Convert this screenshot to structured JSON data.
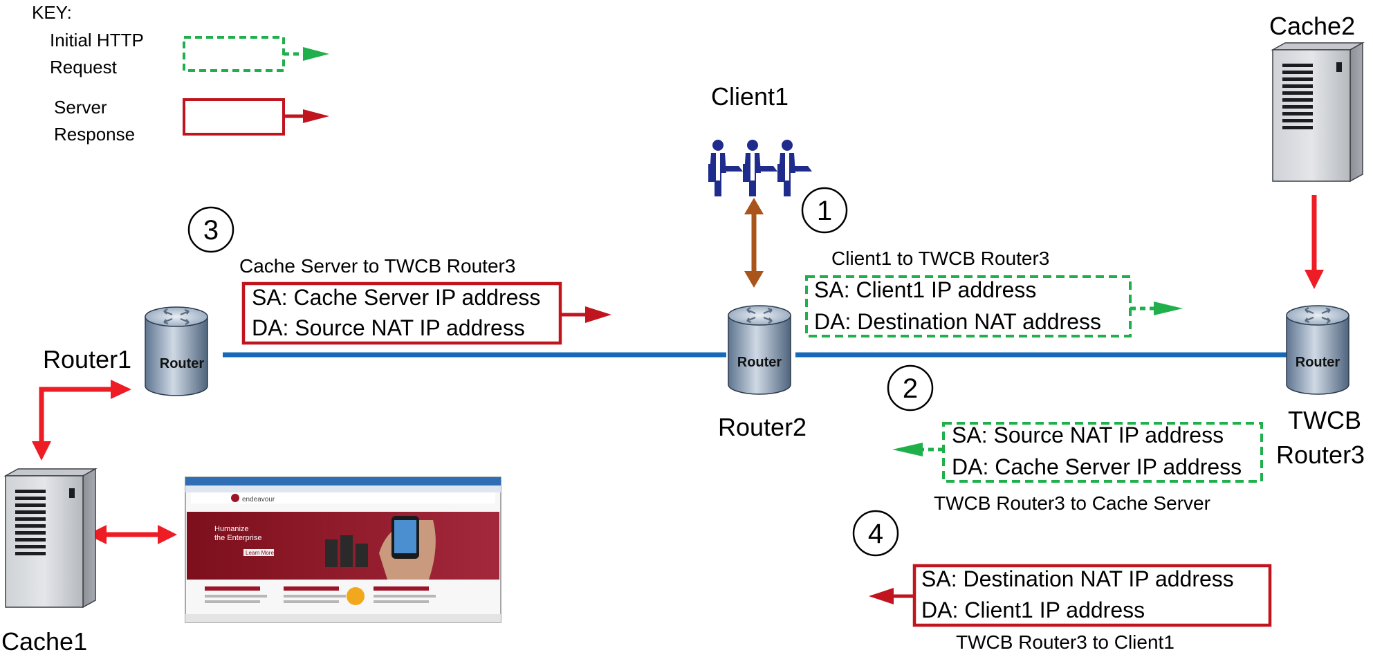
{
  "key": {
    "title": "KEY:",
    "request_line1": "Initial HTTP",
    "request_line2": "Request",
    "response_line1": "Server",
    "response_line2": "Response"
  },
  "colors": {
    "request": "#1fb04c",
    "response": "#c0141e",
    "link": "#1469b8",
    "client_link": "#a8541a",
    "cache_arrow": "#ee1c24"
  },
  "nodes": {
    "client1": "Client1",
    "router1": "Router1",
    "router2": "Router2",
    "router3_line1": "TWCB",
    "router3_line2": "Router3",
    "cache1": "Cache1",
    "cache2": "Cache2",
    "router_badge": "Router"
  },
  "steps": {
    "s1": {
      "number": "1",
      "caption": "Client1 to TWCB Router3",
      "sa": "SA: Client1 IP address",
      "da": "DA: Destination NAT address"
    },
    "s2": {
      "number": "2",
      "caption": "TWCB Router3 to Cache Server",
      "sa": "SA: Source NAT IP address",
      "da": "DA: Cache Server IP address"
    },
    "s3": {
      "number": "3",
      "caption": "Cache Server to TWCB Router3",
      "sa": "SA: Cache Server IP address",
      "da": "DA: Source NAT IP address"
    },
    "s4": {
      "number": "4",
      "caption": "TWCB Router3 to Client1",
      "sa": "SA: Destination NAT IP address",
      "da": "DA: Client1 IP address"
    }
  },
  "webpage": {
    "logo": "endeavour",
    "headline1": "Humanize",
    "headline2": "the Enterprise",
    "button": "Learn More"
  }
}
